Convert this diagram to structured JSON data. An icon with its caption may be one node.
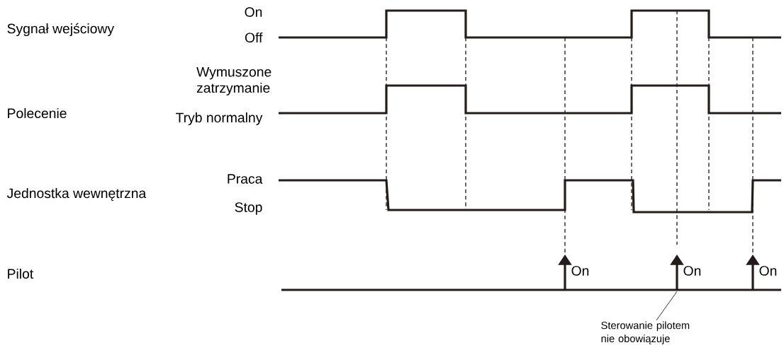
{
  "diagram": {
    "nodes": [
      {
        "text": [
          "Sterowanie pilotem nie obowiązuje"
        ]
      },
      {
        "text": [],
        "shape": "arrow"
      }
    ],
    "edges": [
      {
        "from": 0,
        "to": 1,
        "arrow": "none"
      }
    ],
    "labels": [
      "On",
      "Sygnał wejściowy",
      "Off",
      "Wymuszone zatrzymanie",
      "Polecenie",
      "Tryb normalny",
      "Praca",
      "Jednostka wewnętrzna",
      "Stop",
      "Pilot",
      "On",
      "On",
      "On"
    ]
  }
}
